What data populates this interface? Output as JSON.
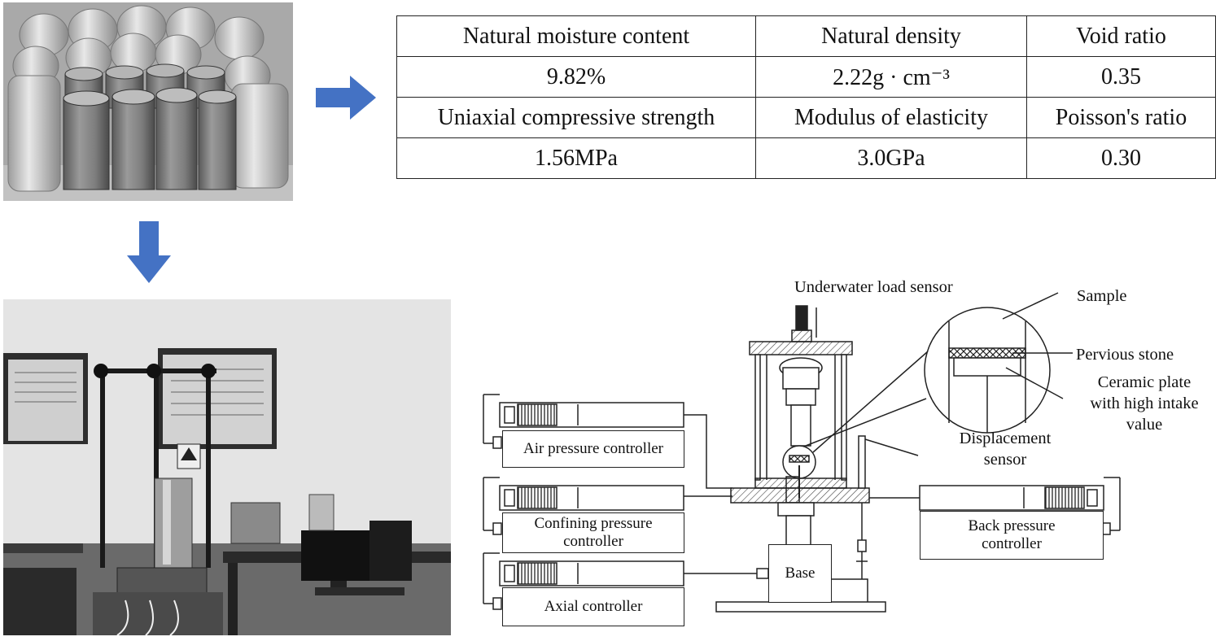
{
  "properties_table": {
    "rows": [
      [
        "Natural moisture content",
        "Natural density",
        "Void ratio"
      ],
      [
        "9.82%",
        "2.22g · cm⁻³",
        "0.35"
      ],
      [
        "Uniaxial compressive strength",
        "Modulus of elasticity",
        "Poisson's ratio"
      ],
      [
        "1.56MPa",
        "3.0GPa",
        "0.30"
      ]
    ]
  },
  "diagram": {
    "load_sensor": "Underwater load sensor",
    "sample": "Sample",
    "pervious_stone": "Pervious stone",
    "ceramic_plate_1": "Ceramic plate",
    "ceramic_plate_2": "with high intake",
    "ceramic_plate_3": "value",
    "displacement_1": "Displacement",
    "displacement_2": "sensor",
    "air_pressure": "Air pressure controller",
    "confining_1": "Confining pressure",
    "confining_2": "controller",
    "axial": "Axial controller",
    "base": "Base",
    "back_1": "Back pressure",
    "back_2": "controller"
  },
  "colors": {
    "arrow": "#4472c4",
    "line": "#222222",
    "hatch": "#999999"
  }
}
